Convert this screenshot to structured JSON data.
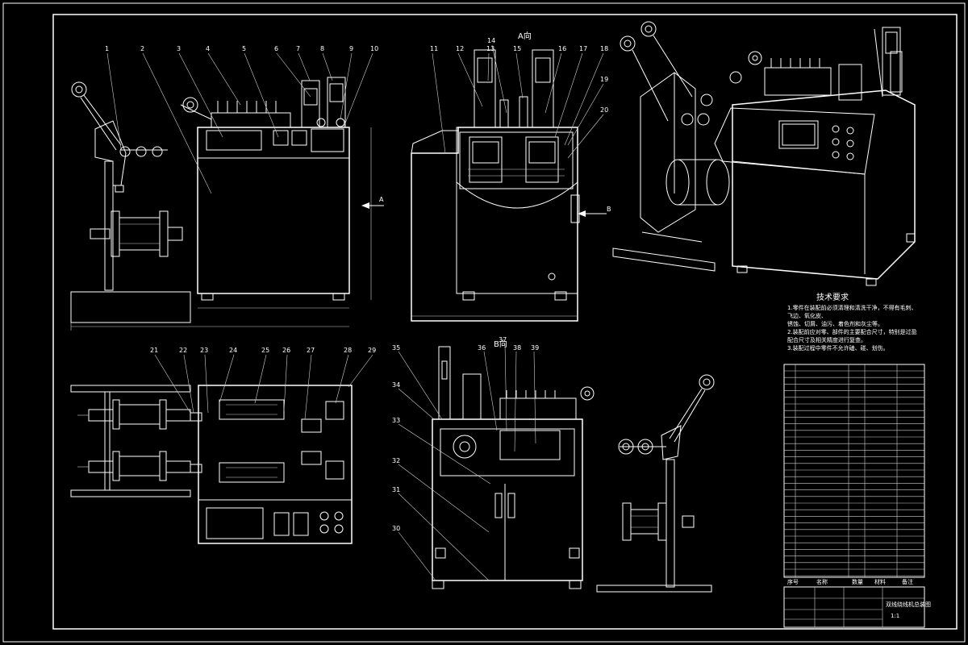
{
  "drawing": {
    "background": "#000000",
    "line_color": "#ffffff",
    "view_labels": {
      "view_a": "A向",
      "view_b": "B向",
      "marker_a": "A",
      "marker_b": "B"
    },
    "callouts_top_left": [
      "1",
      "2",
      "3",
      "4",
      "5",
      "6",
      "7",
      "8",
      "9",
      "10"
    ],
    "callouts_top_mid": [
      "11",
      "12",
      "13",
      "14",
      "15",
      "16",
      "17",
      "18",
      "19",
      "20"
    ],
    "callouts_bottom_left": [
      "21",
      "22",
      "23",
      "24",
      "25",
      "26",
      "27",
      "28",
      "29"
    ],
    "callouts_bottom_mid": [
      "30",
      "31",
      "32",
      "33",
      "34",
      "35",
      "36",
      "37",
      "38",
      "39"
    ],
    "tech_req": {
      "heading": "技术要求",
      "lines": [
        "1.零件在装配前必须清理和清洗干净，不得有毛刺、",
        "飞边、氧化皮、",
        "锈蚀、切屑、油污、着色剂和灰尘等。",
        "2.装配前应对零、部件的主要配合尺寸，特别是过盈",
        "配合尺寸及相关精度进行复查。",
        "3.装配过程中零件不允许磕、碰、划伤。"
      ]
    },
    "title_block": {
      "col_headers": [
        "序号",
        "名称",
        "数量",
        "材料",
        "备注"
      ],
      "drawing_name": "双线绕线机总装图",
      "scale_label": "1:1"
    }
  }
}
